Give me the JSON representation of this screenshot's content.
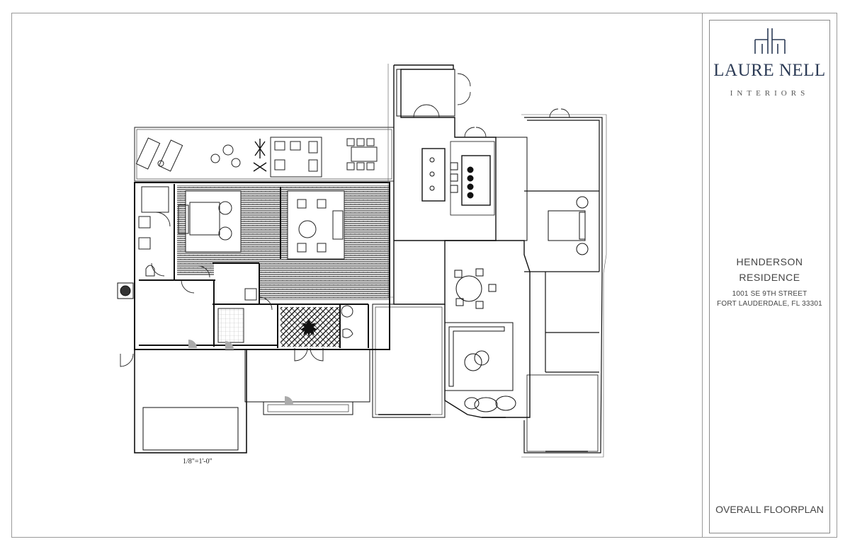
{
  "title_block": {
    "brand_name": "LAURE NELL",
    "brand_sub": "INTERIORS",
    "project_line1": "HENDERSON",
    "project_line2": "RESIDENCE",
    "address_line1": "1001 SE 9TH STREET",
    "address_line2": "FORT LAUDERDALE, FL 33301",
    "sheet_title": "OVERALL FLOORPLAN",
    "brand_color": "#2b3a55"
  },
  "plan": {
    "scale_note": "1/8\"=1'-0\"",
    "wall_color": "#111111",
    "floor_hatch_color": "#3a3a3a"
  }
}
